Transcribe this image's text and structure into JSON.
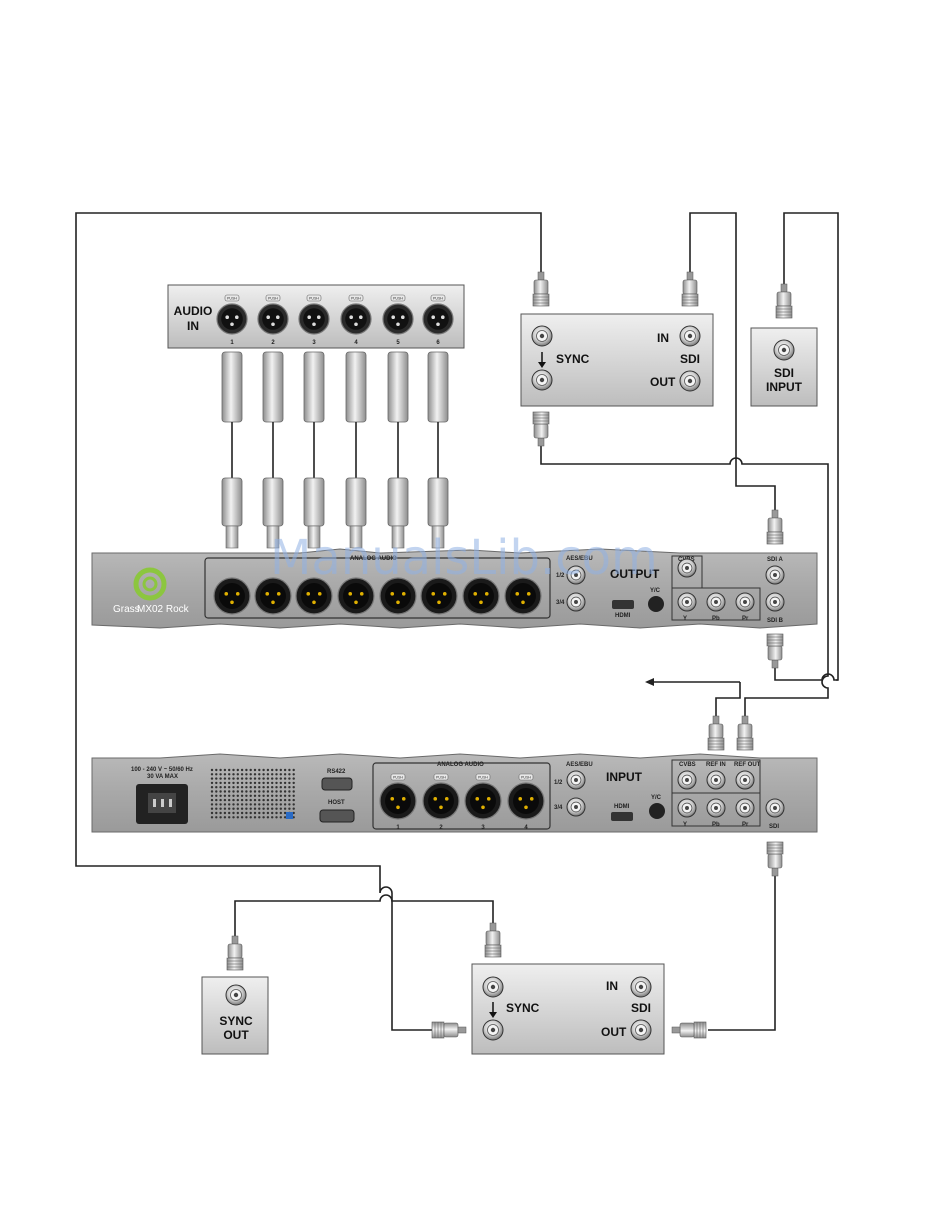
{
  "watermark": "ManualsLib.com",
  "audio_in": {
    "title_line1": "AUDIO",
    "title_line2": "IN",
    "push_label": "PUSH",
    "channels": [
      "1",
      "2",
      "3",
      "4",
      "5",
      "6"
    ]
  },
  "sync_box_top": {
    "sync": "SYNC",
    "in": "IN",
    "sdi": "SDI",
    "out": "OUT"
  },
  "sdi_input_box": {
    "line1": "SDI",
    "line2": "INPUT"
  },
  "device_top": {
    "brand_prefix": "Grass",
    "brand": "MX02 Rock",
    "analog_audio": "ANALOG AUDIO",
    "aes_ebu": "AES/EBU",
    "ch_12": "1/2",
    "ch_34": "3/4",
    "output": "OUTPUT",
    "hdmi": "HDMI",
    "yc": "Y/C",
    "cvbs": "CVBS",
    "y": "Y",
    "pb": "Pb",
    "pr": "Pr",
    "sdi_a": "SDI A",
    "sdi_b": "SDI B"
  },
  "device_bottom": {
    "power_line1": "100 - 240 V ~ 50/60 Hz",
    "power_line2": "30 VA MAX",
    "rs422": "RS422",
    "host": "HOST",
    "analog_audio": "ANALOG AUDIO",
    "push_label": "PUSH",
    "channels": [
      "1",
      "2",
      "3",
      "4"
    ],
    "aes_ebu": "AES/EBU",
    "ch_12": "1/2",
    "ch_34": "3/4",
    "input": "INPUT",
    "hdmi": "HDMI",
    "yc": "Y/C",
    "cvbs": "CVBS",
    "ref_in": "REF IN",
    "ref_out": "REF OUT",
    "y": "Y",
    "pb": "Pb",
    "pr": "Pr",
    "sdi": "SDI"
  },
  "sync_out_box": {
    "line1": "SYNC",
    "line2": "OUT"
  },
  "sync_box_bottom": {
    "sync": "SYNC",
    "in": "IN",
    "sdi": "SDI",
    "out": "OUT"
  }
}
